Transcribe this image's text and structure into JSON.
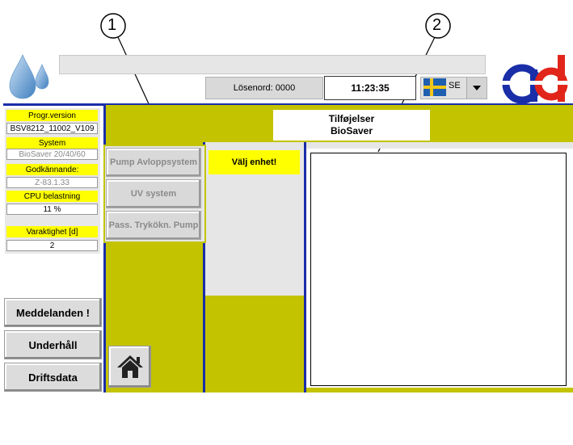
{
  "callouts": [
    "1",
    "2"
  ],
  "header": {
    "password_label": "Lösenord: 0000",
    "clock": "11:23:35",
    "language_code": "SE"
  },
  "info": [
    {
      "label": "Progr.version",
      "value": "BSV8212_11002_V109",
      "dim": false
    },
    {
      "label": "System",
      "value": "BioSaver 20/40/60",
      "dim": true
    },
    {
      "label": "Godkännande:",
      "value": "Z-83.1.33",
      "dim": true
    },
    {
      "label": "CPU belastning",
      "value": "11 %",
      "dim": false
    },
    {
      "label": "Varaktighet [d]",
      "value": "2",
      "dim": false
    }
  ],
  "sidebar": {
    "messages": "Meddelanden !",
    "maintenance": "Underhåll",
    "operating_data": "Driftsdata"
  },
  "title": {
    "line1": "Tilføjelser",
    "line2": "BioSaver"
  },
  "menu": {
    "pump": "Pump Avloppsystem",
    "uv": "UV system",
    "pass": "Pass. Trykökn. Pump"
  },
  "select_unit": "Välj enhet!",
  "colors": {
    "olive": "#c3c300",
    "yellow": "#ffff00",
    "blue": "#1a2ea8",
    "logo_red": "#e1251b"
  }
}
